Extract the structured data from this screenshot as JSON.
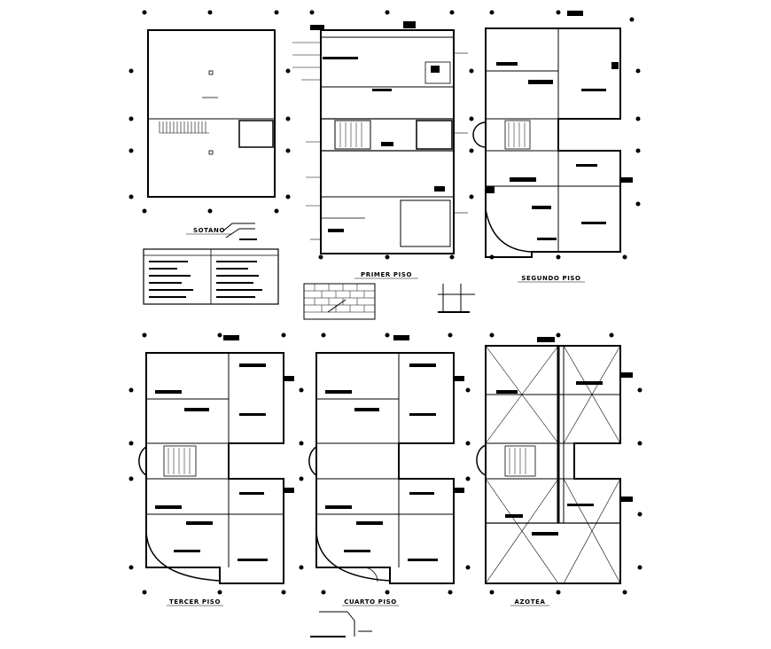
{
  "drawing": {
    "plans": [
      {
        "id": "sotano",
        "title": "SOTANO"
      },
      {
        "id": "primer",
        "title": "PRIMER PISO"
      },
      {
        "id": "segundo",
        "title": "SEGUNDO PISO"
      },
      {
        "id": "tercer",
        "title": "TERCER PISO"
      },
      {
        "id": "cuarto",
        "title": "CUARTO PISO"
      },
      {
        "id": "azotea",
        "title": "AZOTEA"
      }
    ]
  },
  "colors": {
    "background": "#ffffff",
    "line": "#000000"
  }
}
